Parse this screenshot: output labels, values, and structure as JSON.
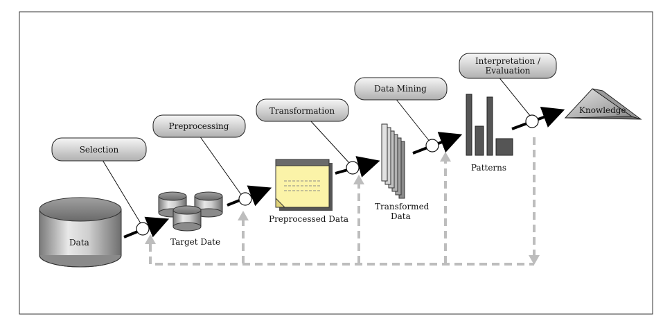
{
  "stages": {
    "selection": "Selection",
    "preprocessing": "Preprocessing",
    "transformation": "Transformation",
    "data_mining": "Data Mining",
    "interpretation_line1": "Interpretation /",
    "interpretation_line2": "Evaluation"
  },
  "artifacts": {
    "data": "Data",
    "target_date": "Target Date",
    "preprocessed_data": "Preprocessed Data",
    "transformed_data_line1": "Transformed",
    "transformed_data_line2": "Data",
    "patterns": "Patterns",
    "knowledge": "Knowledge"
  },
  "colors": {
    "border": "#333333",
    "bubble_top": "#f4f4f4",
    "bubble_bottom": "#b5b5b5",
    "feedback_dash": "#bdbdbd",
    "note_fill": "#fbf3a8",
    "bar_fill": "#555555"
  }
}
